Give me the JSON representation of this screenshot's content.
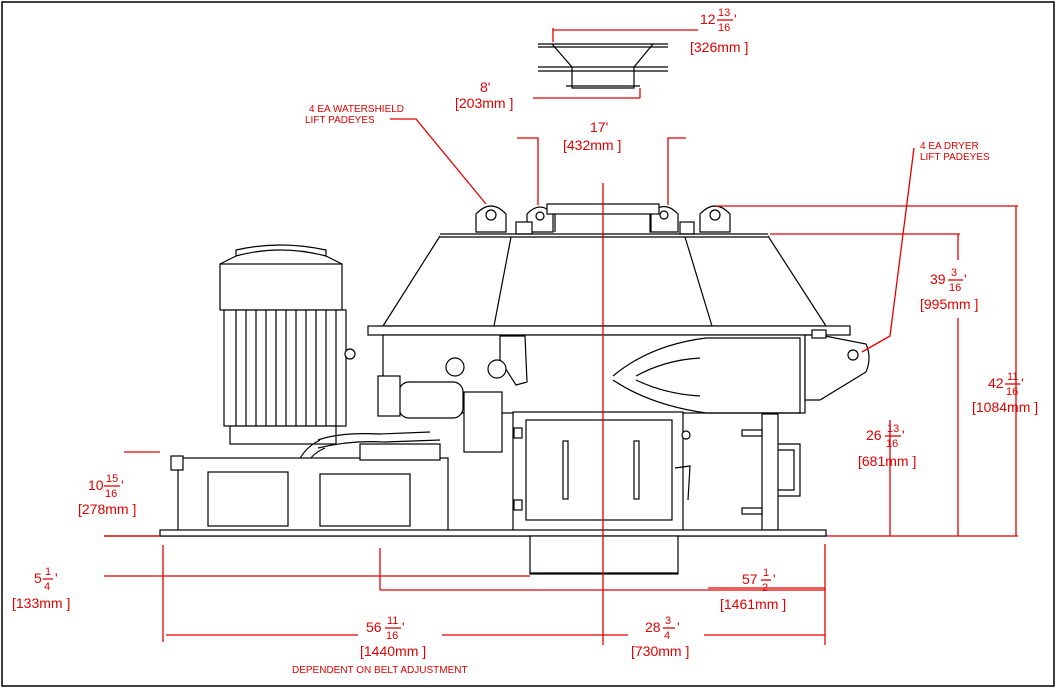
{
  "dims": {
    "d1": {
      "whole": "12",
      "num": "13",
      "den": "16",
      "unit": "'",
      "mm": "[326mm ]"
    },
    "d2": {
      "value": "8'",
      "mm": "[203mm ]"
    },
    "d3": {
      "value": "17'",
      "mm": "[432mm ]"
    },
    "d4": {
      "whole": "39",
      "num": "3",
      "den": "16",
      "unit": "'",
      "mm": "[995mm ]"
    },
    "d5": {
      "whole": "42",
      "num": "11",
      "den": "16",
      "unit": "'",
      "mm": "[1084mm ]"
    },
    "d6": {
      "whole": "26",
      "num": "13",
      "den": "16",
      "unit": "'",
      "mm": "[681mm ]"
    },
    "d7": {
      "whole": "10",
      "num": "15",
      "den": "16",
      "unit": "'",
      "mm": "[278mm ]"
    },
    "d8": {
      "whole": "5",
      "num": "1",
      "den": "4",
      "unit": "'",
      "mm": "[133mm ]"
    },
    "d9": {
      "whole": "57",
      "num": "1",
      "den": "2",
      "unit": "'",
      "mm": "[1461mm ]"
    },
    "d10": {
      "whole": "56",
      "num": "11",
      "den": "16",
      "unit": "'",
      "mm": "[1440mm ]"
    },
    "d11": {
      "whole": "28",
      "num": "3",
      "den": "4",
      "unit": "'",
      "mm": "[730mm ]"
    }
  },
  "notes": {
    "watershield_1": "4 EA WATERSHIELD",
    "watershield_2": "LIFT PADEYES",
    "dryer_1": "4 EA DRYER",
    "dryer_2": "LIFT PADEYES",
    "belt": "DEPENDENT ON BELT ADJUSTMENT"
  },
  "colors": {
    "dimension": "#e30000",
    "linework": "#000000",
    "background": "#ffffff"
  }
}
